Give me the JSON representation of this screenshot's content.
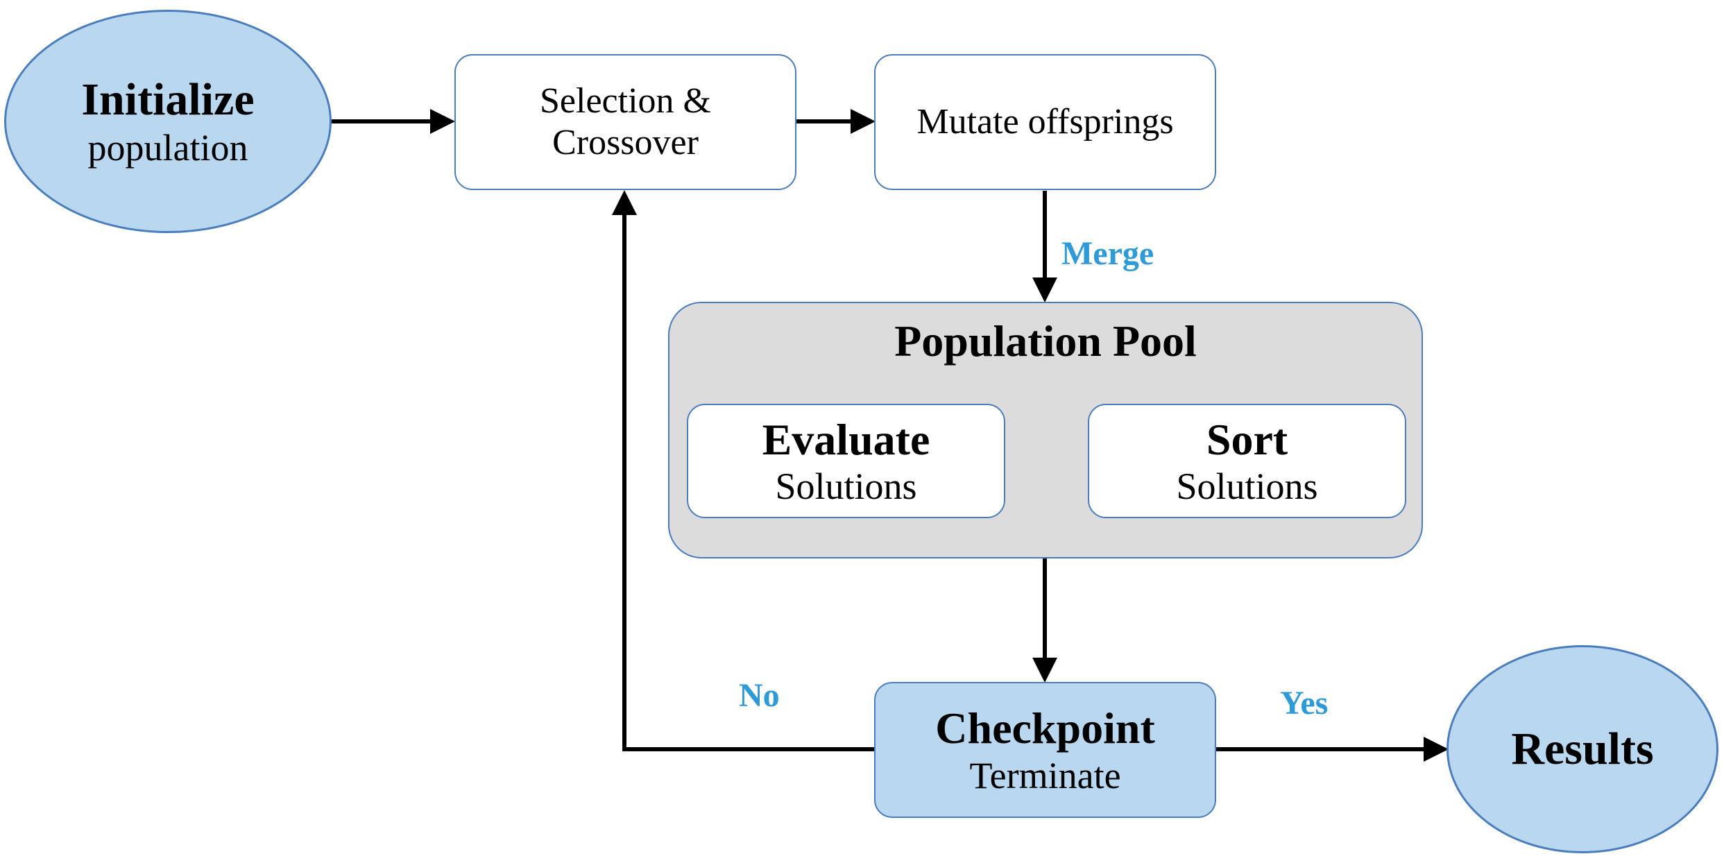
{
  "nodes": {
    "initialize": {
      "title": "Initialize",
      "subtitle": "population"
    },
    "selection": {
      "line1": "Selection &",
      "line2": "Crossover"
    },
    "mutate": {
      "label": "Mutate offsprings"
    },
    "pool": {
      "title": "Population Pool"
    },
    "evaluate": {
      "title": "Evaluate",
      "subtitle": "Solutions"
    },
    "sort": {
      "title": "Sort",
      "subtitle": "Solutions"
    },
    "checkpoint": {
      "title": "Checkpoint",
      "subtitle": "Terminate"
    },
    "results": {
      "title": "Results"
    }
  },
  "edge_labels": {
    "merge": "Merge",
    "no": "No",
    "yes": "Yes"
  },
  "colors": {
    "node_fill_blue": "#b9d7ef",
    "node_border": "#4a7dbd",
    "pool_fill": "#dcdcdc",
    "edge_label": "#2e9ad8",
    "arrow": "#000000"
  }
}
